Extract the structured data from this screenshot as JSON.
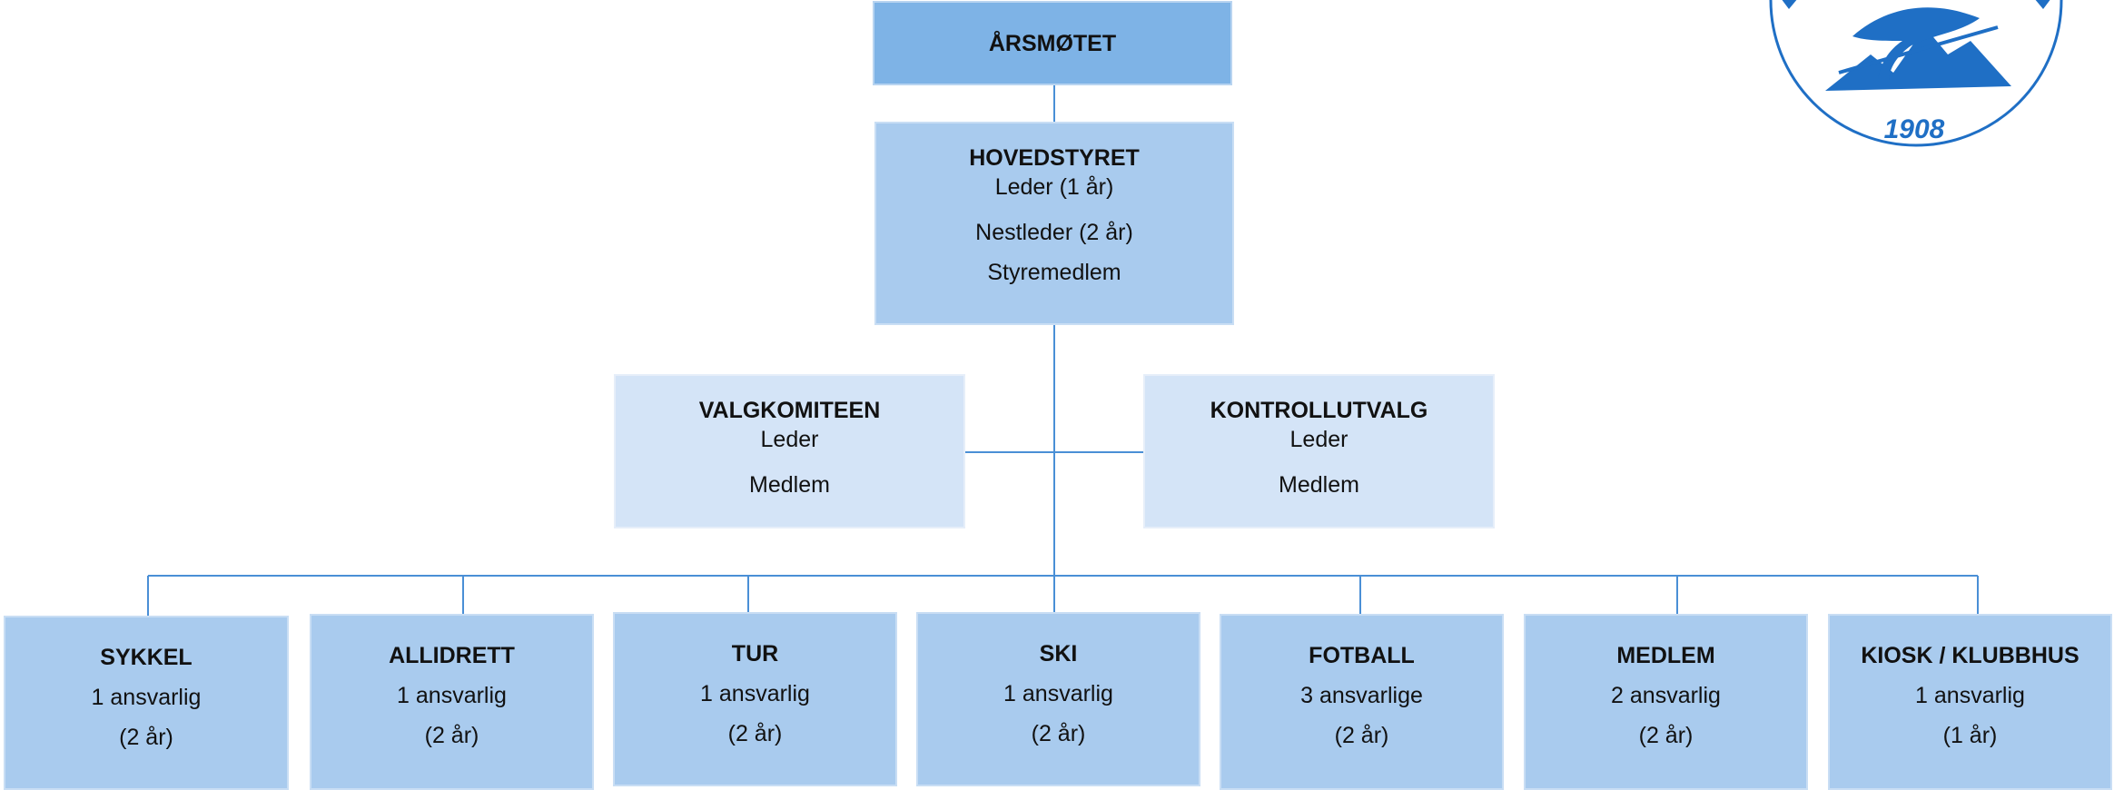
{
  "top": {
    "title": "ÅRSMØTET"
  },
  "board": {
    "title": "HOVEDSTYRET",
    "lines": [
      "Leder (1 år)",
      "Nestleder (2 år)",
      "Styremedlem"
    ]
  },
  "committees": [
    {
      "title": "VALGKOMITEEN",
      "lines": [
        "Leder",
        "Medlem"
      ]
    },
    {
      "title": "KONTROLLUTVALG",
      "lines": [
        "Leder",
        "Medlem"
      ]
    }
  ],
  "departments": [
    {
      "title": "SYKKEL",
      "count": "1 ansvarlig",
      "term": "(2 år)"
    },
    {
      "title": "ALLIDRETT",
      "count": "1 ansvarlig",
      "term": "(2 år)"
    },
    {
      "title": "TUR",
      "count": "1 ansvarlig",
      "term": "(2 år)"
    },
    {
      "title": "SKI",
      "count": "1 ansvarlig",
      "term": "(2 år)"
    },
    {
      "title": "FOTBALL",
      "count": "3 ansvarlige",
      "term": "(2 år)"
    },
    {
      "title": "MEDLEM",
      "count": "2 ansvarlig",
      "term": "(2 år)"
    },
    {
      "title": "KIOSK / KLUBBHUS",
      "count": "1 ansvarlig",
      "term": "(1 år)"
    }
  ],
  "logo": {
    "year": "1908"
  },
  "colors": {
    "connector": "#4a8fd6",
    "top_fill": "#7eb3e6",
    "board_fill": "#a9cbee",
    "committee_fill": "#d4e4f7",
    "logo_blue": "#1f6fc5"
  }
}
